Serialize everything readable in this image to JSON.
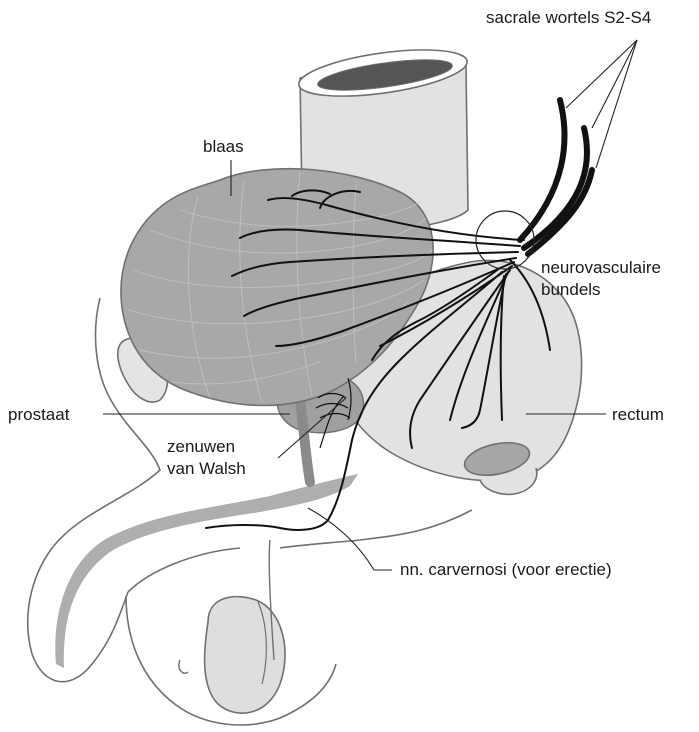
{
  "labels": {
    "sacral_roots": "sacrale wortels S2-S4",
    "bladder": "blaas",
    "nv_bundle_line1": "neurovasculaire",
    "nv_bundle_line2": "bundels",
    "prostate": "prostaat",
    "rectum": "rectum",
    "walsh_line1": "zenuwen",
    "walsh_line2": "van Walsh",
    "cavernous": "nn. carvernosi (voor erectie)"
  },
  "colors": {
    "outline": "#707070",
    "organ_light": "#e2e2e2",
    "bladder_fill": "#a8a8a8",
    "prostate_fill": "#a0a0a0",
    "urethra": "#9a9a9a",
    "nerve": "#111111",
    "text": "#1a1a1a"
  }
}
